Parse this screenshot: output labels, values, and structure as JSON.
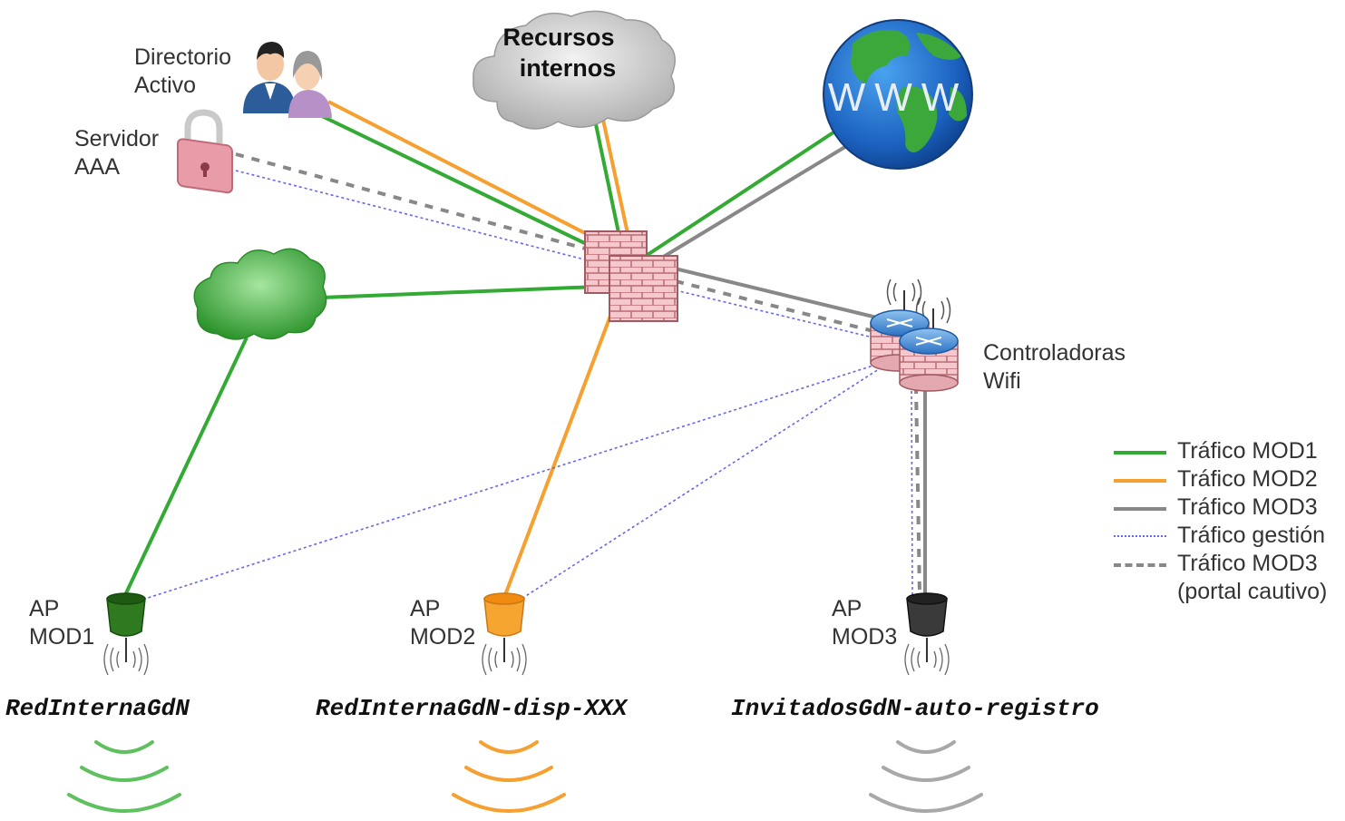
{
  "nodes": {
    "directorio": {
      "label_line1": "Directorio",
      "label_line2": "Activo"
    },
    "servidor": {
      "label_line1": "Servidor",
      "label_line2": "AAA"
    },
    "recursos": {
      "label_line1": "Recursos",
      "label_line2": "internos"
    },
    "www": {
      "label": "WWW"
    },
    "controladoras": {
      "label_line1": "Controladoras",
      "label_line2": "Wifi"
    },
    "ap1": {
      "label_line1": "AP",
      "label_line2": "MOD1"
    },
    "ap2": {
      "label_line1": "AP",
      "label_line2": "MOD2"
    },
    "ap3": {
      "label_line1": "AP",
      "label_line2": "MOD3"
    }
  },
  "ssids": {
    "mod1": "RedInternaGdN",
    "mod2": "RedInternaGdN-disp-XXX",
    "mod3": "InvitadosGdN-auto-registro"
  },
  "legend": [
    {
      "label": "Tráfico MOD1",
      "style": "solid",
      "color": "#33aa33"
    },
    {
      "label": "Tráfico MOD2",
      "style": "solid",
      "color": "#f5a030"
    },
    {
      "label": "Tráfico MOD3",
      "style": "solid",
      "color": "#888888"
    },
    {
      "label": "Tráfico gestión",
      "style": "dotted",
      "color": "#6666ee"
    },
    {
      "label": "Tráfico MOD3",
      "label2": "(portal cautivo)",
      "style": "dashed",
      "color": "#888888"
    }
  ],
  "colors": {
    "mod1": "#33aa33",
    "mod2": "#f5a030",
    "mod3": "#888888",
    "gestion": "#6666ee"
  }
}
